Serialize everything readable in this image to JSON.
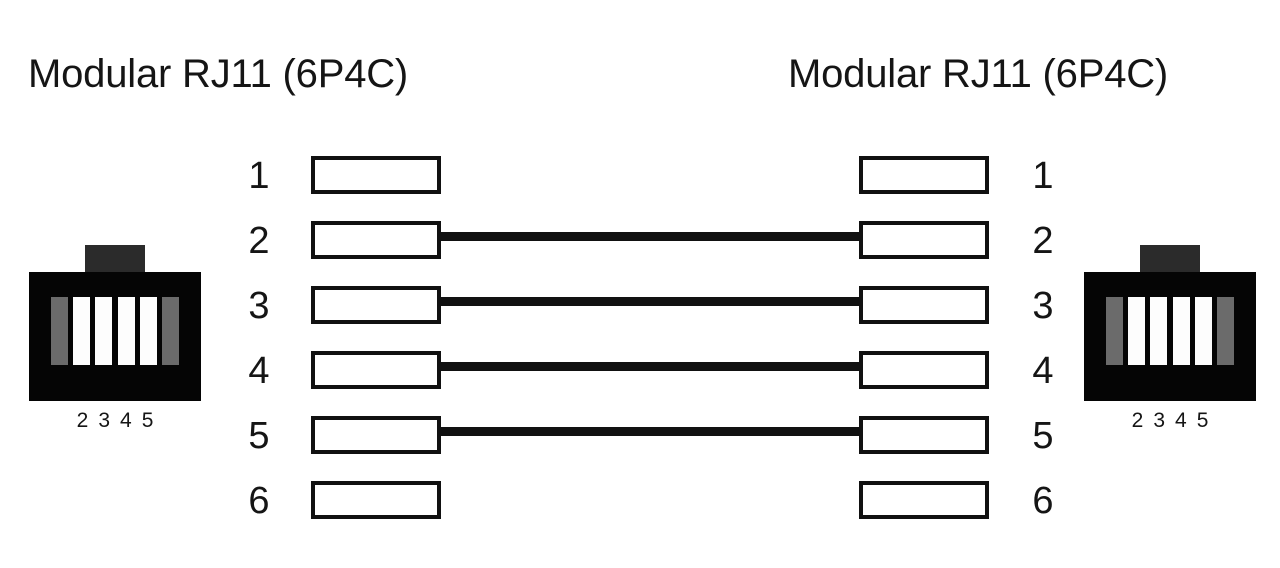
{
  "diagram": {
    "type": "rj11-straight-through-wiring-diagram",
    "left_title": "Modular RJ11 (6P4C)",
    "right_title": "Modular RJ11 (6P4C)",
    "pin_numbers_left": [
      "1",
      "2",
      "3",
      "4",
      "5",
      "6"
    ],
    "pin_numbers_right": [
      "1",
      "2",
      "3",
      "4",
      "5",
      "6"
    ],
    "connector_left": {
      "active_pin_labels": [
        "2",
        "3",
        "4",
        "5"
      ],
      "pin_states": [
        "unused",
        "used",
        "used",
        "used",
        "used",
        "unused"
      ],
      "body_color": "#050505",
      "tab_color": "#2b2b2b",
      "used_pin_color": "#fdfdfd",
      "unused_pin_color": "#6b6b6b"
    },
    "connector_right": {
      "active_pin_labels": [
        "2",
        "3",
        "4",
        "5"
      ],
      "pin_states": [
        "unused",
        "used",
        "used",
        "used",
        "used",
        "unused"
      ],
      "body_color": "#050505",
      "tab_color": "#2b2b2b",
      "used_pin_color": "#fdfdfd",
      "unused_pin_color": "#6b6b6b"
    },
    "connections": [
      {
        "from_pin": "2",
        "to_pin": "2",
        "connected": true
      },
      {
        "from_pin": "3",
        "to_pin": "3",
        "connected": true
      },
      {
        "from_pin": "4",
        "to_pin": "4",
        "connected": true
      },
      {
        "from_pin": "5",
        "to_pin": "5",
        "connected": true
      }
    ],
    "unconnected_pins": [
      "1",
      "6"
    ],
    "wire_color": "#111111",
    "pin_box_border_color": "#111111",
    "pin_box_fill_color": "#ffffff",
    "background_color": "#ffffff"
  }
}
